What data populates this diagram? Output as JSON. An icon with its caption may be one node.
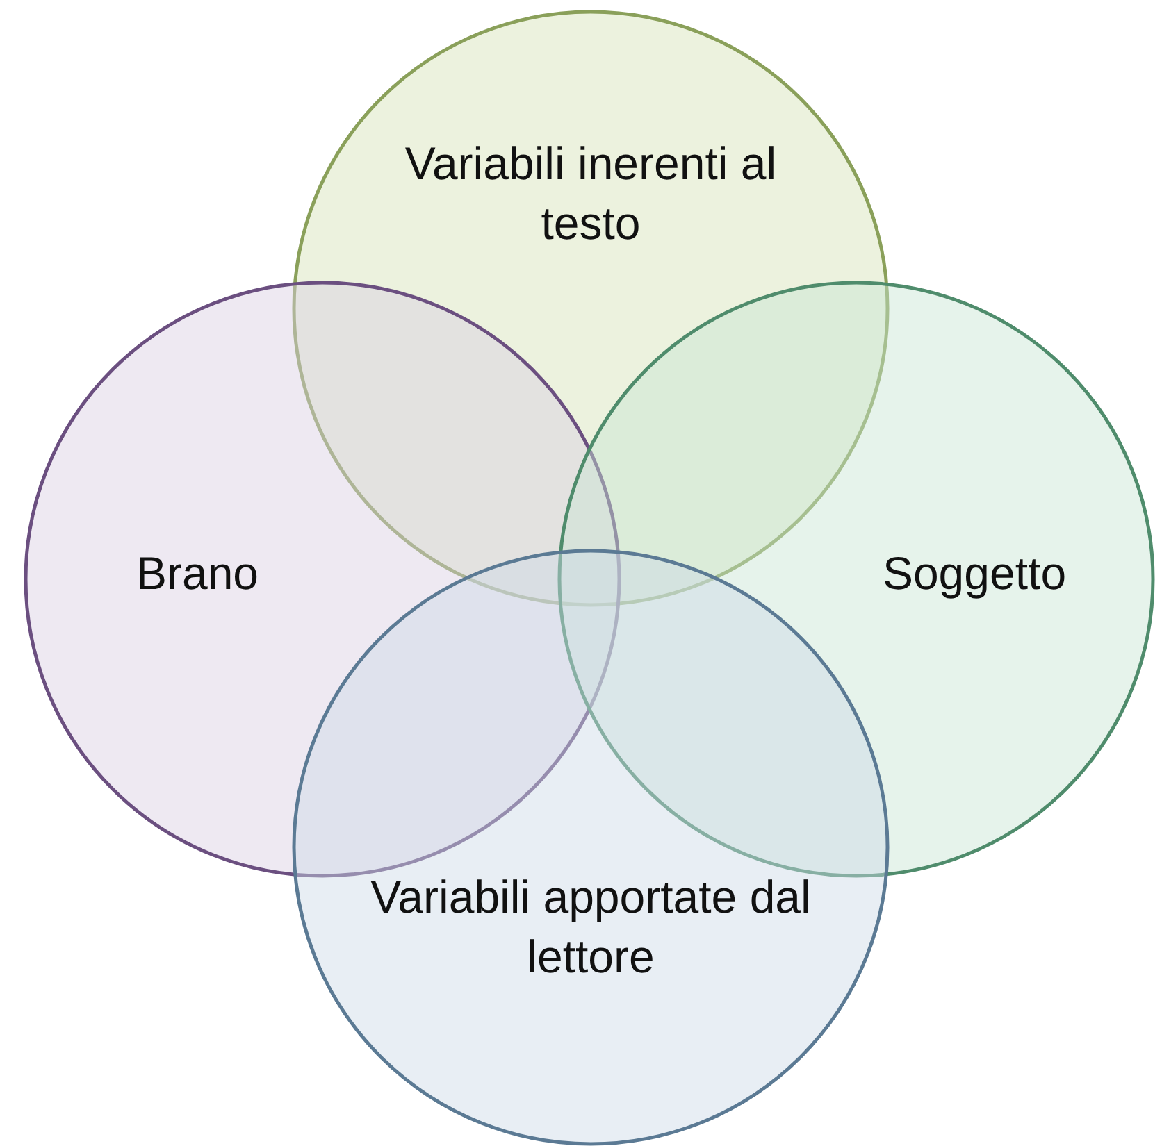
{
  "diagram": {
    "nodes": [
      {
        "text": [
          "Variabili inerenti al testo"
        ]
      },
      {
        "text": [
          "Brano"
        ]
      },
      {
        "text": [
          "Soggetto"
        ]
      },
      {
        "text": [
          "Variabili apportate dal lettore"
        ]
      }
    ]
  }
}
